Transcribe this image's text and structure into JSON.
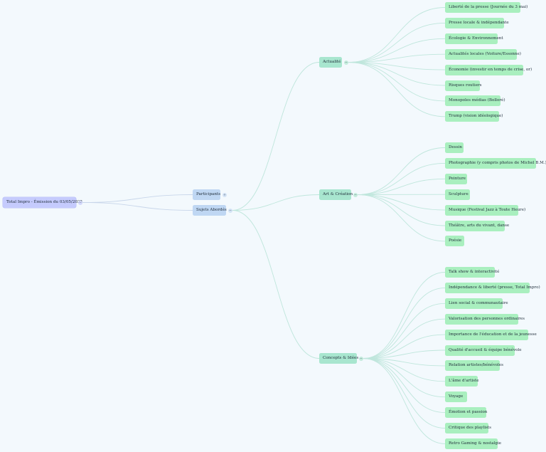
{
  "root": {
    "label": "Total Impro - Émission du 03/05/2025",
    "toggle": "−"
  },
  "participants": {
    "label": "Participants",
    "toggle": "+"
  },
  "sujets": {
    "label": "Sujets Abordés",
    "toggle": "−"
  },
  "groups": [
    {
      "label": "Actualité",
      "toggle": "−",
      "items": [
        "Liberté de la presse (Journée du 3 mai)",
        "Presse locale & indépendante",
        "Écologie & Environnement",
        "Actualités locales (Voiture/Essonne)",
        "Économie (investir en temps de crise, or)",
        "Risques routiers",
        "Monopoles médias (Bolloré)",
        "Trump (vision idéologique)"
      ]
    },
    {
      "label": "Art & Création",
      "toggle": "−",
      "items": [
        "Dessin",
        "Photographie (y compris photos de Michel B.M.)",
        "Peinture",
        "Sculpture",
        "Musique (Festival Jazz à Toute Heure)",
        "Théâtre, arts du vivant, danse",
        "Poésie"
      ]
    },
    {
      "label": "Concepts & Idées",
      "toggle": "−",
      "items": [
        "Talk show & interactivité",
        "Indépendance & liberté (presse, Total Impro)",
        "Lien social & communautaire",
        "Valorisation des personnes ordinaires",
        "Importance de l'éducation et de la jeunesse",
        "Qualité d'accueil & équipe bénévole",
        "Relation artistes/bénévoles",
        "L'âme d'artiste",
        "Voyage",
        "Émotion et passion",
        "Critique des playlists",
        "Retro Gaming & nostalgie"
      ]
    }
  ]
}
